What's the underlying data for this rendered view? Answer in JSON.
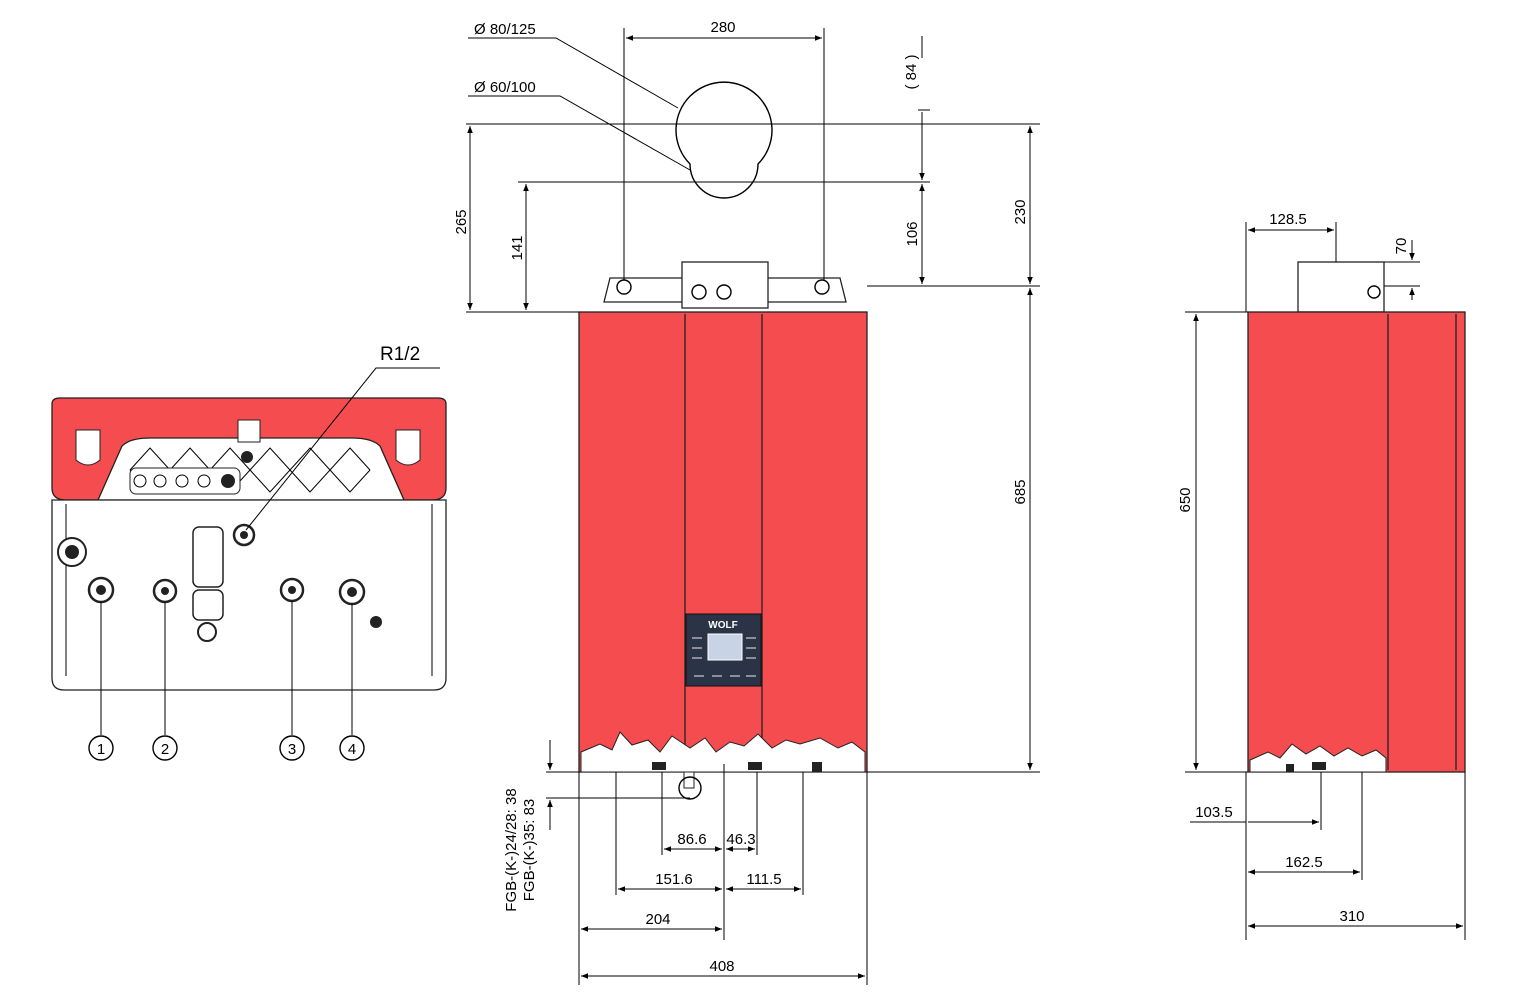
{
  "colors": {
    "panel": "#F44C4F",
    "ink": "#000000",
    "display": "#2b3447",
    "screen": "#c9d3e6"
  },
  "logo": "WOLF",
  "labels": {
    "r12": "R1/2",
    "flue125": "Ø 80/125",
    "flue100": "Ø 60/100",
    "fgb1": "FGB-(K-)24/28: 38",
    "fgb2": "FGB-(K-)35: 83"
  },
  "connections": [
    "1",
    "2",
    "3",
    "4"
  ],
  "dimensions": {
    "w280": "280",
    "h84": "( 84 )",
    "h265": "265",
    "h141": "141",
    "h230": "230",
    "h106": "106",
    "h685": "685",
    "d86": "86.6",
    "d46": "46.3",
    "d151": "151.6",
    "d111": "111.5",
    "d204": "204",
    "d408": "408",
    "s128": "128.5",
    "s70": "70",
    "s650": "650",
    "s103": "103.5",
    "s162": "162.5",
    "s310": "310"
  }
}
